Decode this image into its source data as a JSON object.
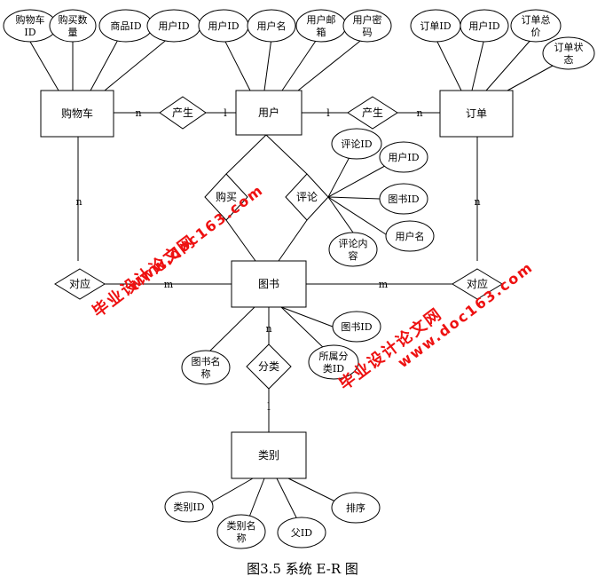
{
  "caption": "图3.5 系统 E-R 图",
  "entities": {
    "cart": "购物车",
    "user": "用户",
    "order": "订单",
    "book": "图书",
    "category": "类别"
  },
  "relationships": {
    "produce_cart": "产生",
    "produce_order": "产生",
    "buy": "购买",
    "review": "评论",
    "correspond_left": "对应",
    "correspond_right": "对应",
    "classify": "分类"
  },
  "attributes": {
    "cart": [
      [
        "购物车",
        "ID"
      ],
      [
        "购买数",
        "量"
      ],
      [
        "商品ID"
      ],
      [
        "用户ID"
      ]
    ],
    "user": [
      [
        "用户ID"
      ],
      [
        "用户名"
      ],
      [
        "用户邮",
        "箱"
      ],
      [
        "用户密",
        "码"
      ]
    ],
    "order": [
      [
        "订单ID"
      ],
      [
        "用户ID"
      ],
      [
        "订单总",
        "价"
      ],
      [
        "订单状",
        "态"
      ]
    ],
    "review": [
      [
        "评论ID"
      ],
      [
        "用户ID"
      ],
      [
        "图书ID"
      ],
      [
        "用户名"
      ],
      [
        "评论内",
        "容"
      ]
    ],
    "book": [
      [
        "图书ID"
      ],
      [
        "图书名",
        "称"
      ],
      [
        "所属分",
        "类ID"
      ]
    ],
    "category": [
      [
        "类别ID"
      ],
      [
        "类别名",
        "称"
      ],
      [
        "父ID"
      ],
      [
        "排序"
      ]
    ]
  },
  "cardinalities": {
    "cart_produce": "n",
    "produce_user": "l",
    "user_produce": "l",
    "produce_order": "n",
    "cart_correspond": "n",
    "correspond_book": "m",
    "book_correspond": "m",
    "correspond_order": "n",
    "book_classify": "n",
    "classify_category": "l"
  },
  "watermark": {
    "site_text": "www.doc163.com",
    "brand_text": "毕业设计论文网",
    "color": "#ee1111"
  }
}
